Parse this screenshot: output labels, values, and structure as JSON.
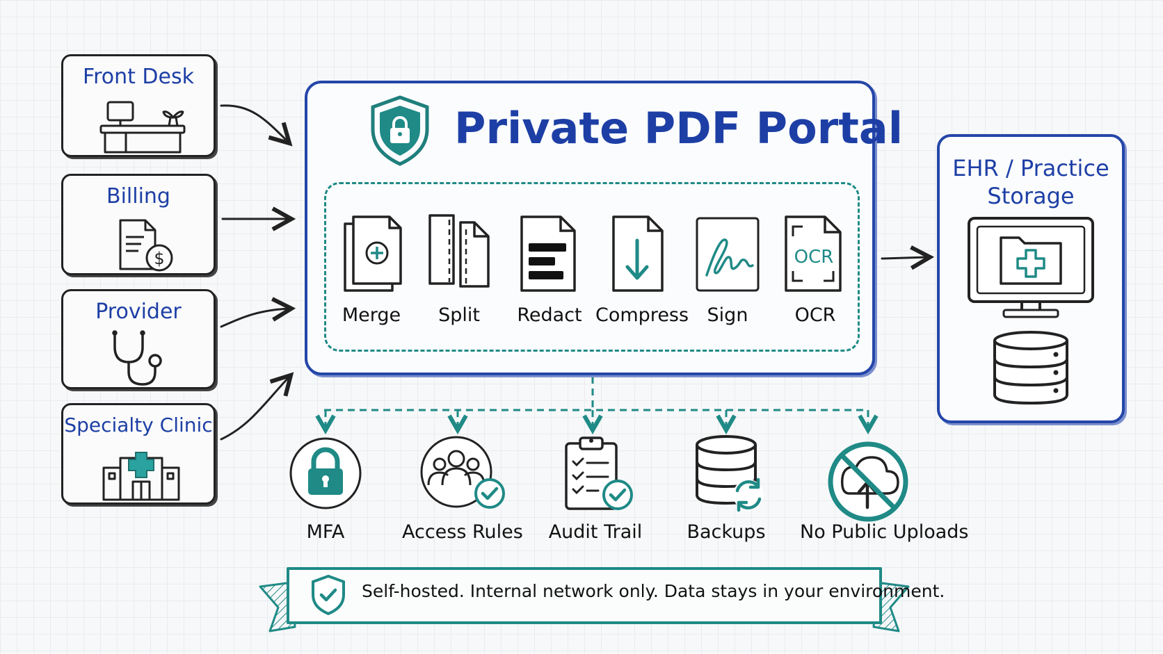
{
  "sources": [
    {
      "label": "Front Desk",
      "icon": "desk-icon"
    },
    {
      "label": "Billing",
      "icon": "invoice-dollar-icon"
    },
    {
      "label": "Provider",
      "icon": "stethoscope-icon"
    },
    {
      "label": "Specialty Clinic",
      "icon": "clinic-building-icon"
    }
  ],
  "portal": {
    "title": "Private PDF Portal",
    "icon": "shield-lock-icon",
    "tools": [
      {
        "label": "Merge",
        "icon": "merge-icon"
      },
      {
        "label": "Split",
        "icon": "split-icon"
      },
      {
        "label": "Redact",
        "icon": "redact-icon"
      },
      {
        "label": "Compress",
        "icon": "compress-icon"
      },
      {
        "label": "Sign",
        "icon": "signature-icon"
      },
      {
        "label": "OCR",
        "icon": "ocr-icon",
        "icon_text": "OCR"
      }
    ]
  },
  "storage": {
    "title_line1": "EHR / Practice",
    "title_line2": "Storage",
    "icons": [
      "monitor-medical-folder-icon",
      "database-icon"
    ]
  },
  "features": [
    {
      "label": "MFA",
      "icon": "lock-icon"
    },
    {
      "label": "Access Rules",
      "icon": "users-check-icon"
    },
    {
      "label": "Audit Trail",
      "icon": "clipboard-check-icon"
    },
    {
      "label": "Backups",
      "icon": "database-sync-icon"
    },
    {
      "label": "No Public Uploads",
      "icon": "no-cloud-upload-icon"
    }
  ],
  "banner": {
    "text": "Self-hosted.  Internal network only. Data stays in your environment.",
    "icon": "shield-check-icon"
  },
  "colors": {
    "blue": "#2446a8",
    "teal": "#1f8a86",
    "ink": "#222222"
  }
}
